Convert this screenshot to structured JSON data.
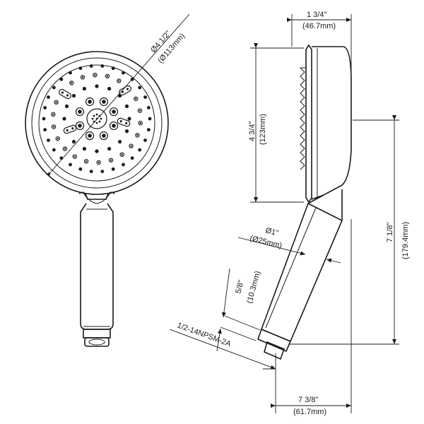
{
  "dimensions": {
    "head_diameter": {
      "imperial": "Ø4 1/2\"",
      "metric": "(Ø113mm)"
    },
    "depth": {
      "imperial": "1 3/4\"",
      "metric": "(46.7mm)"
    },
    "head_height": {
      "imperial": "4 3/4\"",
      "metric": "(123mm)"
    },
    "total_height": {
      "imperial": "7 1/8\"",
      "metric": "(179.4mm)"
    },
    "handle_diameter": {
      "imperial": "Ø1\"",
      "metric": "(Ø25mm)"
    },
    "connector_length": {
      "imperial": "5/8\"",
      "metric": "(10.3mm)"
    },
    "thread_spec": "1/2-14NPSM-2A",
    "total_projection": {
      "imperial": "7 3/8\"",
      "metric": "(61.7mm)"
    }
  }
}
